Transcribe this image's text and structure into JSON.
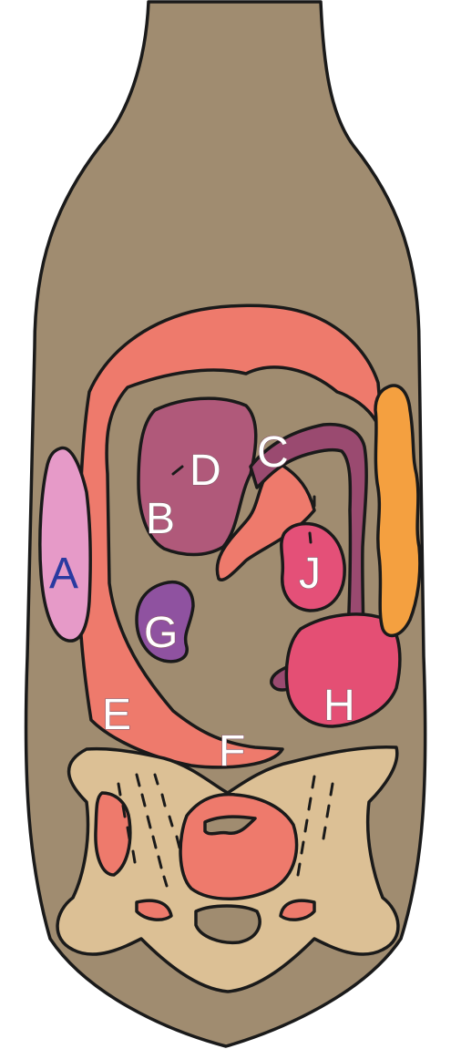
{
  "diagram": {
    "labels": [
      {
        "id": "A",
        "text": "A"
      },
      {
        "id": "B",
        "text": "B"
      },
      {
        "id": "C",
        "text": "C"
      },
      {
        "id": "D",
        "text": "D"
      },
      {
        "id": "E",
        "text": "E"
      },
      {
        "id": "F",
        "text": "F"
      },
      {
        "id": "G",
        "text": "G"
      },
      {
        "id": "H",
        "text": "H"
      },
      {
        "id": "J",
        "text": "J"
      }
    ],
    "colors": {
      "body": "#a08c70",
      "intestine": "#ee7a6c",
      "bone": "#dcc095",
      "region_a": "#e69ac8",
      "region_b": "#b0597a",
      "region_j": "#e45078",
      "region_g": "#8f52a0",
      "region_orange": "#f4a040",
      "region_h": "#e44f74",
      "tube": "#9a4a70"
    }
  }
}
